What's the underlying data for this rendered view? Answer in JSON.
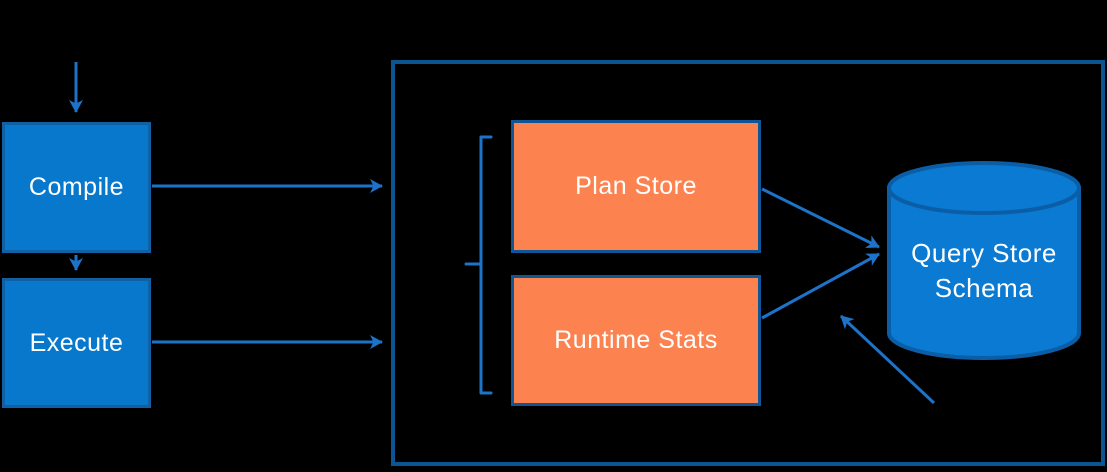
{
  "diagram": {
    "nodes": {
      "compile": {
        "label": "Compile"
      },
      "execute": {
        "label": "Execute"
      },
      "plan_store": {
        "label": "Plan Store"
      },
      "runtime_stats": {
        "label": "Runtime Stats"
      },
      "query_store_schema": {
        "line1": "Query Store",
        "line2": "Schema"
      }
    },
    "edges": [
      {
        "from": "top-input",
        "to": "compile",
        "style": "arrow-down"
      },
      {
        "from": "compile",
        "to": "query-store-container",
        "style": "arrow-right"
      },
      {
        "from": "compile",
        "to": "execute",
        "style": "arrow-down"
      },
      {
        "from": "execute",
        "to": "query-store-container",
        "style": "arrow-right"
      },
      {
        "from": "plan-store",
        "to": "query-store-schema",
        "style": "arrow"
      },
      {
        "from": "runtime-stats",
        "to": "query-store-schema",
        "style": "arrow"
      },
      {
        "from": "bottom-right",
        "to": "query-store-schema",
        "style": "arrow"
      }
    ],
    "colors": {
      "background": "#000000",
      "blue_node_fill": "#0878CC",
      "blue_node_border": "#1160A4",
      "orange_node_fill": "#FC8350",
      "orange_node_border": "#0E5696",
      "container_border": "#0B5593",
      "cylinder_fill": "#0A7AD2",
      "cylinder_border": "#0B5EA6",
      "arrow": "#1C73C9",
      "text": "#FFFFFF"
    }
  }
}
